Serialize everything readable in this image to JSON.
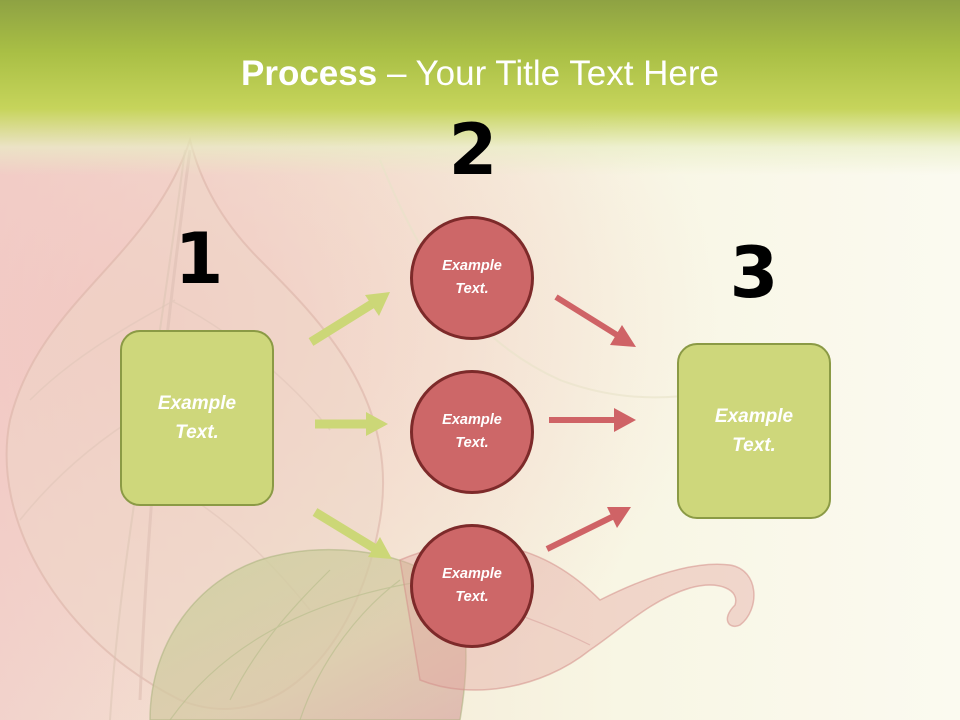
{
  "title": {
    "strong": "Process",
    "rest": " – Your Title Text Here"
  },
  "steps": {
    "one": {
      "number": "1",
      "text": "Example Text."
    },
    "two": {
      "number": "2",
      "circles": [
        "Example Text.",
        "Example Text.",
        "Example Text."
      ]
    },
    "three": {
      "number": "3",
      "text": "Example Text."
    }
  },
  "colors": {
    "header_green": "#a9bf45",
    "box_fill": "#ced77b",
    "box_border": "#8b9a45",
    "circle_fill": "#cd6768",
    "circle_border": "#7d2a2a",
    "green_arrow": "#ccd777",
    "red_arrow": "#cf6366"
  }
}
